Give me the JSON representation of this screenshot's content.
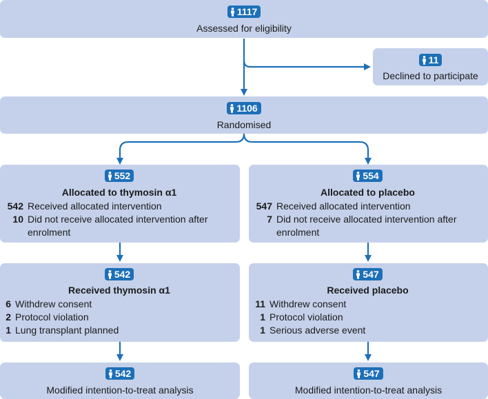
{
  "colors": {
    "box_fill": "#c5d1ea",
    "badge_fill": "#1d6fb8",
    "arrow": "#1d6fb8"
  },
  "icon": "person-icon",
  "assessed": {
    "count": "1117",
    "label": "Assessed for eligibility"
  },
  "declined": {
    "count": "11",
    "label": "Declined to participate"
  },
  "randomised": {
    "count": "1106",
    "label": "Randomised"
  },
  "alloc_thymosin": {
    "count": "552",
    "title": "Allocated to thymosin α1",
    "items": [
      {
        "n": "542",
        "text": "Received allocated intervention"
      },
      {
        "n": "10",
        "text": "Did not receive allocated intervention after enrolment"
      }
    ]
  },
  "alloc_placebo": {
    "count": "554",
    "title": "Allocated to placebo",
    "items": [
      {
        "n": "547",
        "text": "Received allocated intervention"
      },
      {
        "n": "7",
        "text": "Did not receive allocated intervention after enrolment"
      }
    ]
  },
  "recv_thymosin": {
    "count": "542",
    "title": "Received thymosin α1",
    "items": [
      {
        "n": "6",
        "text": "Withdrew consent"
      },
      {
        "n": "2",
        "text": "Protocol violation"
      },
      {
        "n": "1",
        "text": "Lung transplant planned"
      }
    ]
  },
  "recv_placebo": {
    "count": "547",
    "title": "Received placebo",
    "items": [
      {
        "n": "11",
        "text": "Withdrew consent"
      },
      {
        "n": "1",
        "text": "Protocol violation"
      },
      {
        "n": "1",
        "text": "Serious adverse event"
      }
    ]
  },
  "mitt_thymosin": {
    "count": "542",
    "label": "Modified intention-to-treat analysis"
  },
  "mitt_placebo": {
    "count": "547",
    "label": "Modified intention-to-treat analysis"
  }
}
